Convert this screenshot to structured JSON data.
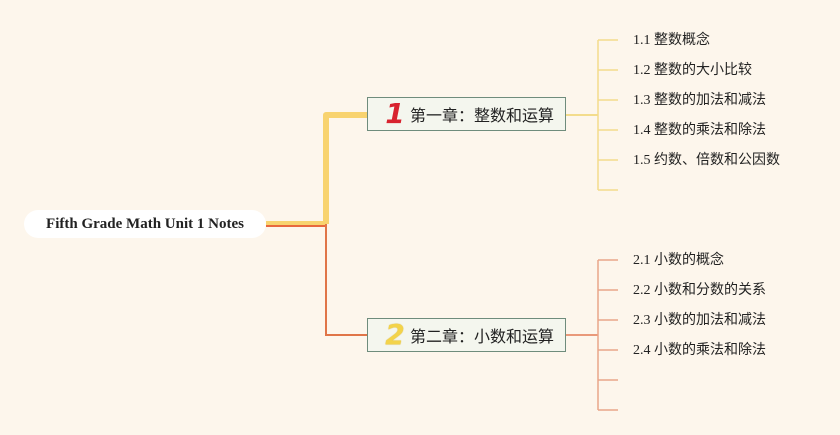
{
  "root": {
    "title": "Fifth Grade Math Unit 1 Notes"
  },
  "chapters": [
    {
      "number": "1",
      "title": "第一章：整数和运算",
      "color": "#f6d67a",
      "items": [
        "1.1 整数概念",
        "1.2 整数的大小比较",
        "1.3 整数的加法和减法",
        "1.4 整数的乘法和除法",
        "1.5 约数、倍数和公因数"
      ],
      "empty_branches": 1
    },
    {
      "number": "2",
      "title": "第二章：小数和运算",
      "color": "#de7a4e",
      "items": [
        "2.1 小数的概念",
        "2.2 小数和分数的关系",
        "2.3 小数的加法和减法",
        "2.4 小数的乘法和除法"
      ],
      "empty_branches": 2
    }
  ]
}
